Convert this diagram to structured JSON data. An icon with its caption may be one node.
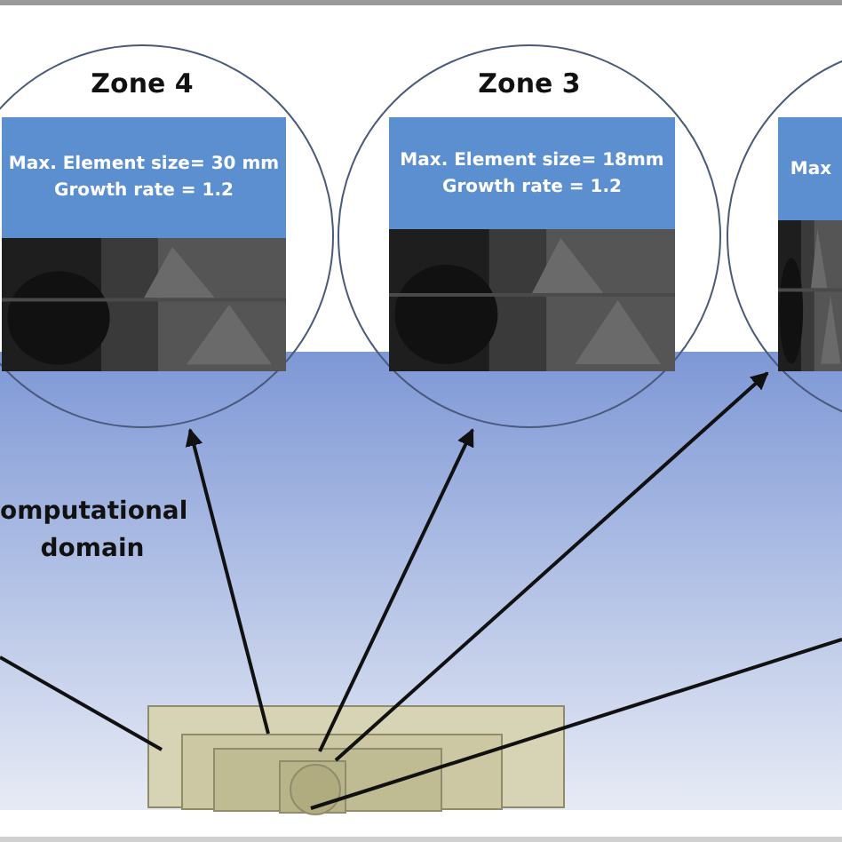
{
  "diagram": {
    "nodes": [
      {
        "text": [
          "Zone 4"
        ]
      },
      {
        "text": [
          "Max. Element size= 30 mm Growth rate = 1.2"
        ],
        "in": 0
      },
      {
        "text": [
          "Zone 3"
        ]
      },
      {
        "text": [
          "Max. Element size= 18mm Growth rate = 1.2"
        ],
        "in": 2
      },
      {
        "text": [],
        "shape": "circle"
      },
      {
        "text": [
          "Max"
        ],
        "in": 4
      },
      {
        "text": [],
        "shape": "box"
      },
      {
        "text": [],
        "shape": "box",
        "in": 6
      },
      {
        "text": [],
        "shape": "box",
        "in": 7
      },
      {
        "text": [],
        "shape": "box",
        "in": 8
      },
      {
        "text": [],
        "shape": "circle",
        "in": 9
      }
    ],
    "edges": [
      {
        "from": null,
        "to": 6,
        "arrow": "none"
      },
      {
        "from": 7,
        "to": 0,
        "arrow": "to"
      },
      {
        "from": 10,
        "to": 2,
        "arrow": "to"
      },
      {
        "from": 9,
        "to": 4,
        "arrow": "to"
      },
      {
        "from": 10,
        "to": null,
        "arrow": "none"
      }
    ],
    "labels": [
      "omputational domain"
    ]
  }
}
